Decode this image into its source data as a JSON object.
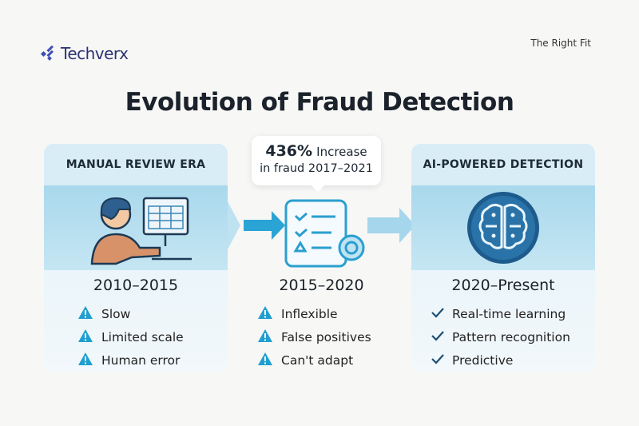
{
  "brand": {
    "name": "Techverx",
    "tagline": "The Right Fit"
  },
  "title": "Evolution of Fraud Detection",
  "callout": {
    "stat": "436%",
    "stat_suffix": "Increase",
    "line2": "in fraud 2017–2021"
  },
  "colors": {
    "accent": "#2aa4d4",
    "dark_blue": "#1d5b8c",
    "warning": "#1f9fcf"
  },
  "stages": [
    {
      "heading": "MANUAL REVIEW ERA",
      "era": "2010–2015",
      "icon": "person-at-computer-icon",
      "item_icon": "warning-icon",
      "items": [
        "Slow",
        "Limited scale",
        "Human error"
      ]
    },
    {
      "heading": "",
      "era": "2015–2020",
      "icon": "checklist-gear-icon",
      "item_icon": "warning-icon",
      "items": [
        "Inflexible",
        "False positives",
        "Can't adapt"
      ]
    },
    {
      "heading": "AI-POWERED DETECTION",
      "era": "2020–Present",
      "icon": "brain-icon",
      "item_icon": "check-icon",
      "items": [
        "Real-time learning",
        "Pattern recognition",
        "Predictive"
      ]
    }
  ]
}
